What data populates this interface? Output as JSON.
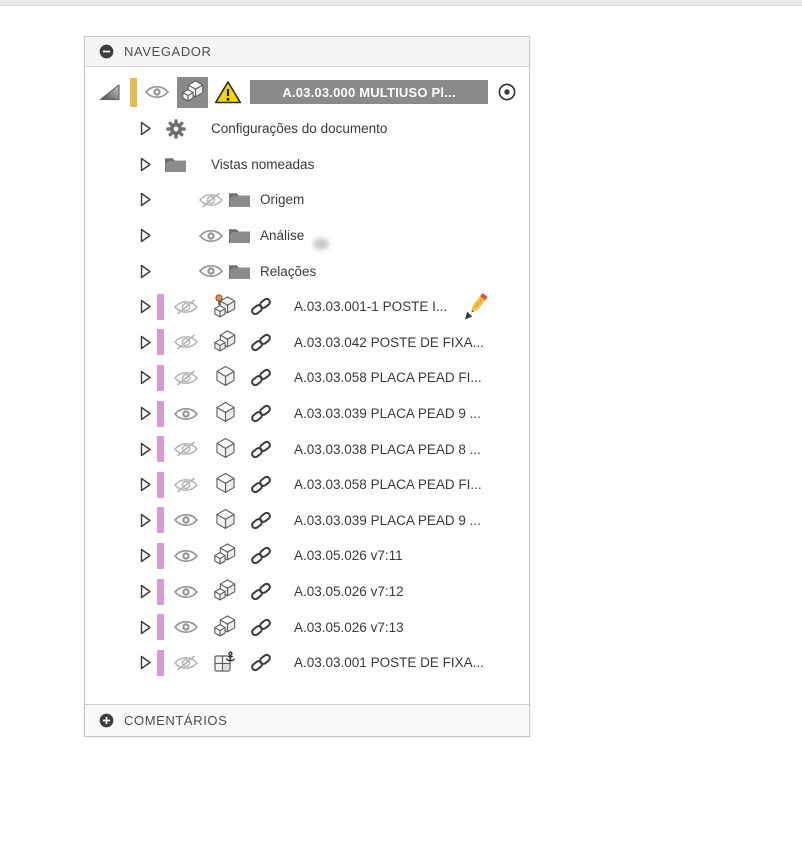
{
  "navigator": {
    "title": "NAVEGADOR"
  },
  "comments": {
    "title": "COMENTÁRIOS"
  },
  "root": {
    "label": "A.03.03.000 MULTIUSO Pl...",
    "visibility": "visible",
    "icon": "component",
    "warning": true,
    "selected": true
  },
  "tree": {
    "items": [
      {
        "label": "Configurações do documento",
        "icon": "gear",
        "type": "plain"
      },
      {
        "label": "Vistas nomeadas",
        "icon": "folder",
        "type": "plain"
      },
      {
        "label": "Origem",
        "icon": "folder",
        "type": "folder-vis",
        "visibility": "hidden"
      },
      {
        "label": "Análise",
        "icon": "folder",
        "type": "folder-vis",
        "visibility": "visible"
      },
      {
        "label": "Relações",
        "icon": "folder",
        "type": "folder-vis",
        "visibility": "visible"
      },
      {
        "label": "A.03.03.001-1 POSTE I...",
        "icon": "component-pinned",
        "type": "component",
        "visibility": "hidden",
        "linked": true,
        "editing": true
      },
      {
        "label": "A.03.03.042 POSTE DE FIXA...",
        "icon": "component",
        "type": "component",
        "visibility": "hidden",
        "linked": true
      },
      {
        "label": "A.03.03.058 PLACA PEAD FI...",
        "icon": "body",
        "type": "component",
        "visibility": "hidden",
        "linked": true
      },
      {
        "label": "A.03.03.039 PLACA PEAD 9 ...",
        "icon": "body",
        "type": "component",
        "visibility": "visible",
        "linked": true
      },
      {
        "label": "A.03.03.038 PLACA PEAD 8 ...",
        "icon": "body",
        "type": "component",
        "visibility": "hidden",
        "linked": true
      },
      {
        "label": "A.03.03.058 PLACA PEAD FI...",
        "icon": "body",
        "type": "component",
        "visibility": "hidden",
        "linked": true
      },
      {
        "label": "A.03.03.039 PLACA PEAD 9 ...",
        "icon": "body",
        "type": "component",
        "visibility": "visible",
        "linked": true
      },
      {
        "label": "A.03.05.026 v7:11",
        "icon": "component",
        "type": "component",
        "visibility": "visible",
        "linked": true
      },
      {
        "label": "A.03.05.026 v7:12",
        "icon": "component",
        "type": "component",
        "visibility": "visible",
        "linked": true
      },
      {
        "label": "A.03.05.026 v7:13",
        "icon": "component",
        "type": "component",
        "visibility": "visible",
        "linked": true
      },
      {
        "label": "A.03.03.001 POSTE DE FIXA...",
        "icon": "component-grounded",
        "type": "component",
        "visibility": "hidden",
        "linked": true
      }
    ]
  },
  "colors": {
    "component_bar": "#d79ad7",
    "root_bar": "#e0bc55",
    "selection_bg": "#8a8a8a",
    "warning_yellow": "#f3d60b"
  }
}
